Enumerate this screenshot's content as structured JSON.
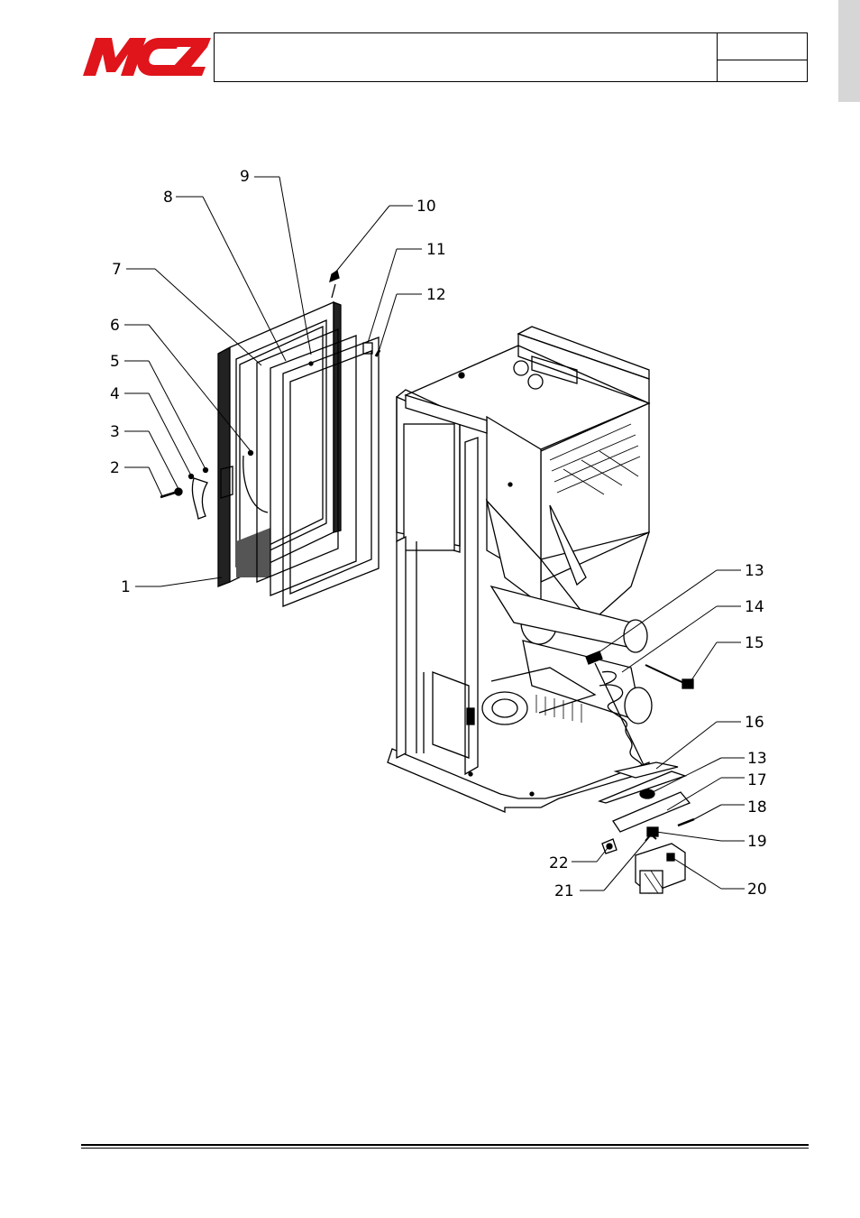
{
  "header": {
    "brand": "MCZ",
    "brand_color": "#e0141b",
    "title": "",
    "code": "",
    "page": ""
  },
  "drawing": {
    "part_labels": [
      "1",
      "2",
      "3",
      "4",
      "5",
      "6",
      "7",
      "8",
      "9",
      "10",
      "11",
      "12",
      "13",
      "14",
      "15",
      "16",
      "13",
      "17",
      "18",
      "19",
      "20",
      "21",
      "22"
    ]
  }
}
